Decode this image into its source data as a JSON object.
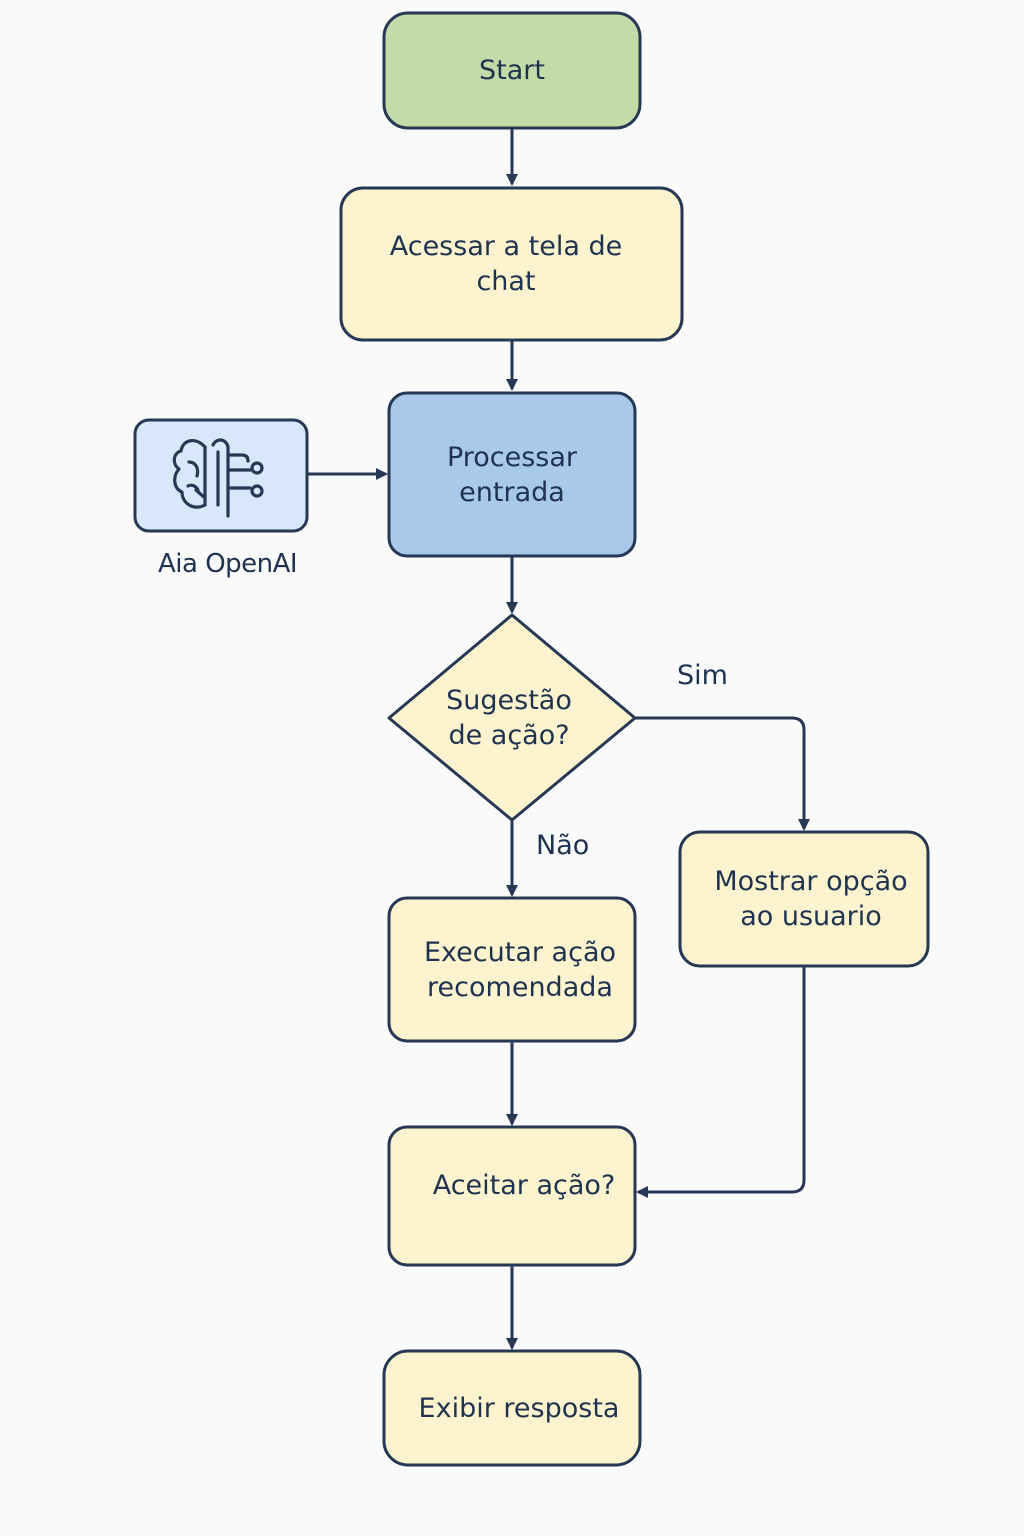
{
  "colors": {
    "stroke": "#263854",
    "start_fill": "#c2dba7",
    "process_fill": "#fdf3cf",
    "highlight_fill": "#a9c9ea",
    "ai_fill": "#d9e7fa",
    "background": "#fafafa"
  },
  "nodes": {
    "start": {
      "label": "Start"
    },
    "access_chat": {
      "line1": "Acessar a tela de",
      "line2": "chat"
    },
    "process_input": {
      "line1": "Processar",
      "line2": "entrada"
    },
    "suggestion_decision": {
      "line1": "Sugestão",
      "line2": "de ação?"
    },
    "show_option": {
      "line1": "Mostrar opção",
      "line2": "ao usuario"
    },
    "execute_action": {
      "line1": "Executar ação",
      "line2": "recomendada"
    },
    "accept_action": {
      "label": "Aceitar ação?"
    },
    "show_response": {
      "label": "Exibir resposta"
    }
  },
  "ai_module": {
    "icon": "brain-circuit-icon",
    "caption": "Aia OpenAI"
  },
  "edge_labels": {
    "yes": "Sim",
    "no": "Não"
  }
}
